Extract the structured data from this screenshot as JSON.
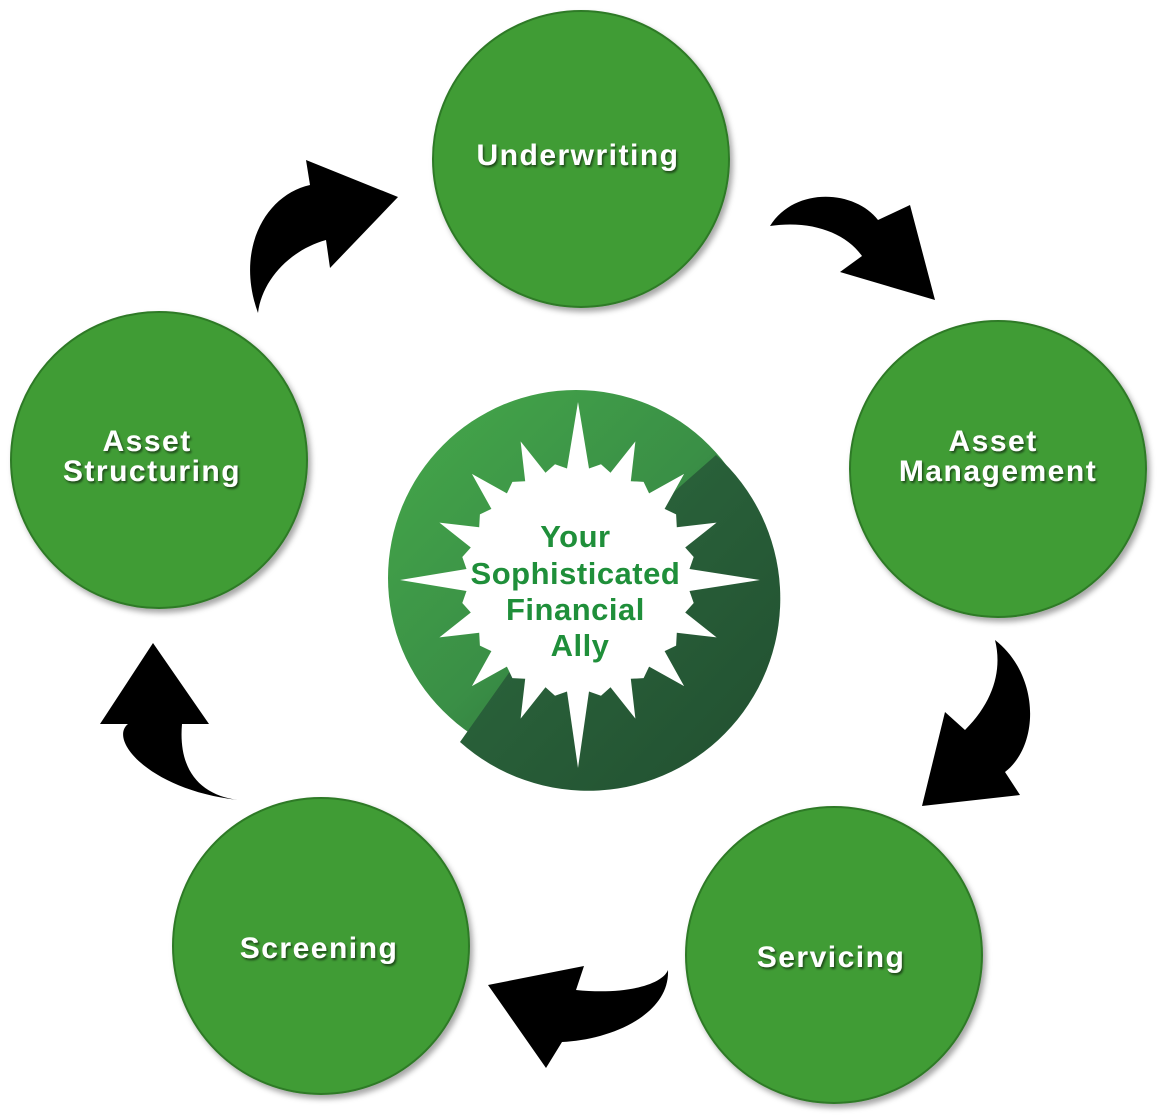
{
  "center": {
    "lines": [
      "Your",
      "Sophisticated",
      "Financial",
      "Ally"
    ]
  },
  "nodes": [
    {
      "id": "underwriting",
      "lines": [
        "Underwriting"
      ]
    },
    {
      "id": "asset-management",
      "lines": [
        "Asset",
        "Management"
      ]
    },
    {
      "id": "servicing",
      "lines": [
        "Servicing"
      ]
    },
    {
      "id": "screening",
      "lines": [
        "Screening"
      ]
    },
    {
      "id": "asset-structuring",
      "lines": [
        "Asset",
        "Structuring"
      ]
    }
  ],
  "cycle_order": [
    "underwriting",
    "asset-management",
    "servicing",
    "screening",
    "asset-structuring"
  ],
  "colors": {
    "node_fill": "#3f9c35",
    "node_stroke": "#2f7a28",
    "arrow": "#000000",
    "center_text": "#1f8f3a",
    "ring_light": "#43a047",
    "ring_dark": "#275e38",
    "background": "#ffffff"
  }
}
